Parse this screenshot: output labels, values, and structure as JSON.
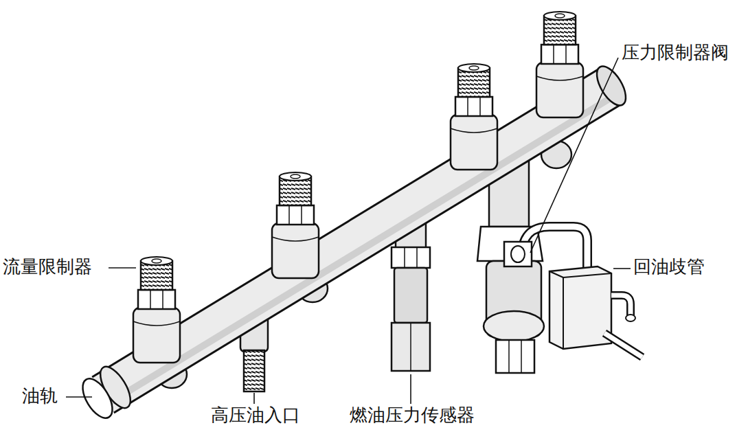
{
  "diagram": {
    "labels": [
      "压力限制器阀",
      "流量限制器",
      "回油歧管",
      "油轨",
      "高压油入口",
      "燃油压力传感器"
    ]
  }
}
